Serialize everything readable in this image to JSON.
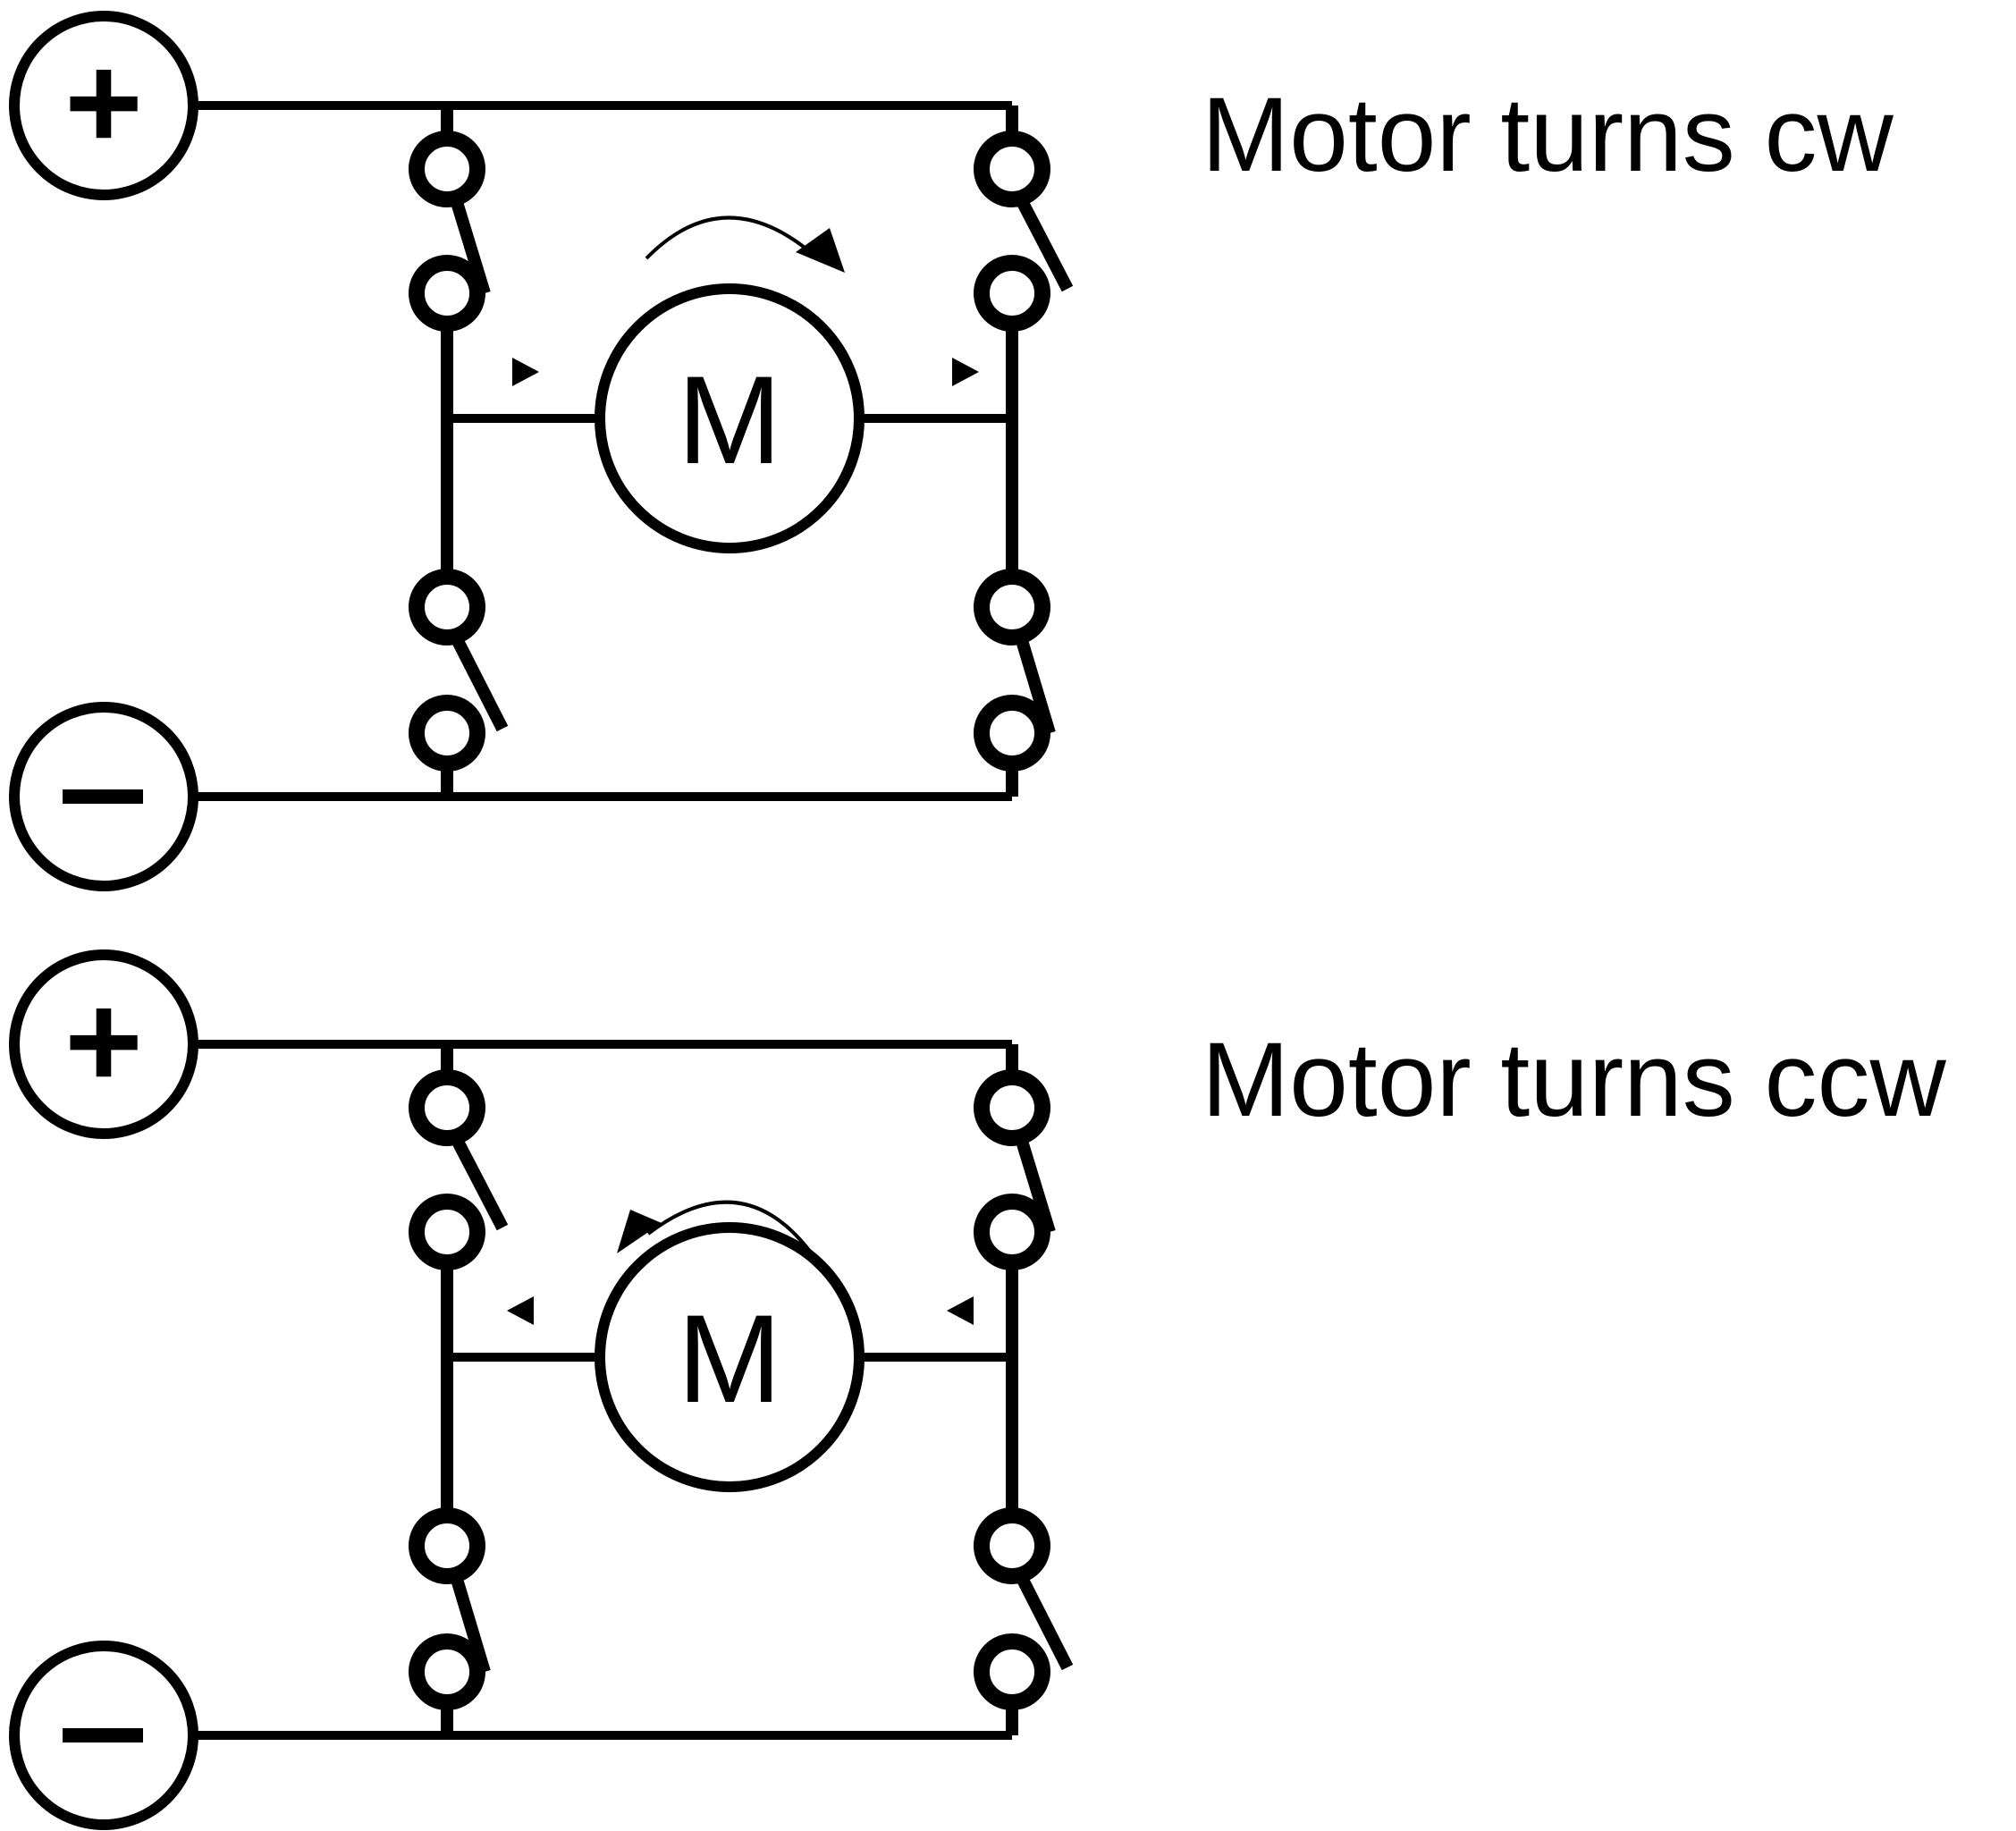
{
  "diagrams": [
    {
      "caption": "Motor turns cw",
      "plus_label": "+",
      "minus_label": "−",
      "motor_label": "M",
      "rotation": "cw",
      "current_direction": "right",
      "switches": {
        "top_left": "closed",
        "top_right": "open",
        "bottom_left": "open",
        "bottom_right": "closed"
      }
    },
    {
      "caption": "Motor turns ccw",
      "plus_label": "+",
      "minus_label": "−",
      "motor_label": "M",
      "rotation": "ccw",
      "current_direction": "left",
      "switches": {
        "top_left": "open",
        "top_right": "closed",
        "bottom_left": "closed",
        "bottom_right": "open"
      }
    }
  ],
  "colors": {
    "stroke": "#000000",
    "background": "#ffffff"
  }
}
